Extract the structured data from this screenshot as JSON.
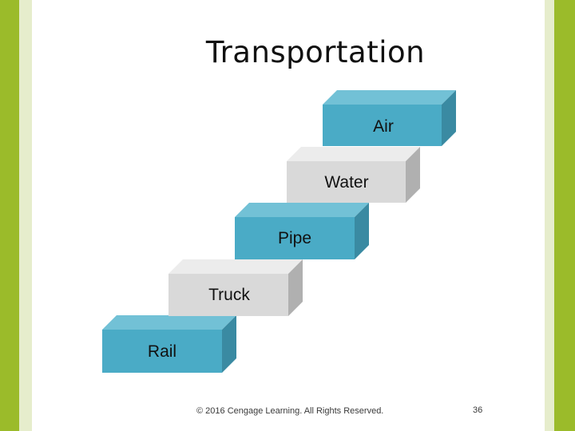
{
  "slide": {
    "title": "Transportation",
    "footer": "© 2016 Cengage Learning. All Rights Reserved.",
    "page_number": "36"
  },
  "theme": {
    "border_green": "#9bbb2a",
    "border_pale": "#e6edcc",
    "blue_front": "#4aabc6",
    "blue_top": "#72c1d6",
    "blue_side": "#3a8aa2",
    "gray_front": "#d9d9d9",
    "gray_top": "#ececec",
    "gray_side": "#b0b0b0"
  },
  "diagram": {
    "steps": [
      {
        "label": "Air",
        "color": "blue"
      },
      {
        "label": "Water",
        "color": "gray"
      },
      {
        "label": "Pipe",
        "color": "blue"
      },
      {
        "label": "Truck",
        "color": "gray"
      },
      {
        "label": "Rail",
        "color": "blue"
      }
    ]
  }
}
